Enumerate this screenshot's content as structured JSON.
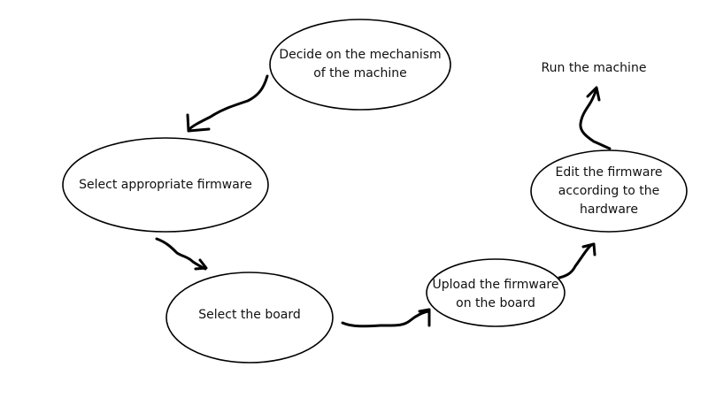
{
  "nodes": {
    "decide": {
      "lines": [
        "Decide on the mechanism",
        "of the machine"
      ]
    },
    "select_firmware": {
      "lines": [
        "Select appropriate firmware"
      ]
    },
    "select_board": {
      "lines": [
        "Select the board"
      ]
    },
    "upload": {
      "lines": [
        "Upload the firmware",
        "on the board"
      ]
    },
    "edit": {
      "lines": [
        "Edit the firmware",
        "according to the",
        "hardware"
      ]
    },
    "run": {
      "lines": [
        "Run the machine"
      ]
    }
  },
  "colors": {
    "stroke": "#000000",
    "background": "#ffffff",
    "text": "#111111"
  }
}
